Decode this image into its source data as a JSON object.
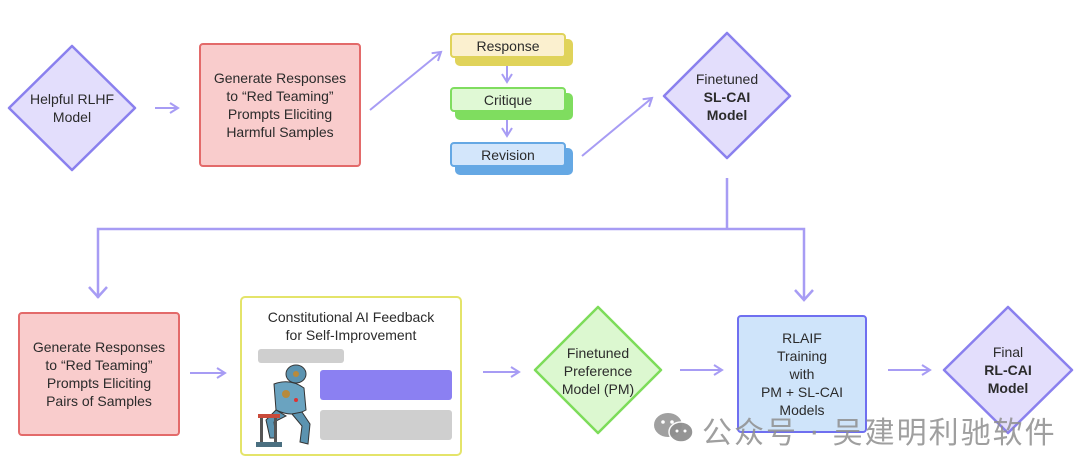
{
  "diagram": {
    "colors": {
      "arrow": "#a79cf4",
      "diamond_purple_fill": "#e3defc",
      "diamond_purple_stroke": "#8a80ee",
      "diamond_green_fill": "#dcf8d0",
      "diamond_green_stroke": "#7ddc5a",
      "red_fill": "#f9cccc",
      "red_stroke": "#e36a6a",
      "blue_fill": "#cfe4fa",
      "blue_stroke": "#6f6ff0",
      "yellow_stroke": "#e4e46a"
    },
    "top_row": {
      "helpful_model": [
        "Helpful RLHF",
        "Model"
      ],
      "generate_harmful": [
        "Generate Responses",
        "to “Red Teaming”",
        "Prompts Eliciting",
        "Harmful Samples"
      ],
      "response": "Response",
      "critique": "Critique",
      "revision": "Revision",
      "sl_cai_model": {
        "line1": "Finetuned",
        "line2": "SL-CAI",
        "line3": "Model"
      }
    },
    "bottom_row": {
      "generate_pairs": [
        "Generate Responses",
        "to “Red Teaming”",
        "Prompts Eliciting",
        "Pairs of Samples"
      ],
      "cai_feedback": {
        "title_line1": "Constitutional AI Feedback",
        "title_line2": "for Self-Improvement"
      },
      "preference_model": [
        "Finetuned",
        "Preference",
        "Model (PM)"
      ],
      "rlaif": [
        "RLAIF",
        "Training",
        "with",
        "PM + SL-CAI",
        "Models"
      ],
      "final_model": {
        "line1": "Final",
        "line2": "RL-CAI",
        "line3": "Model"
      }
    },
    "watermark": "公众号 · 吴建明利驰软件"
  }
}
